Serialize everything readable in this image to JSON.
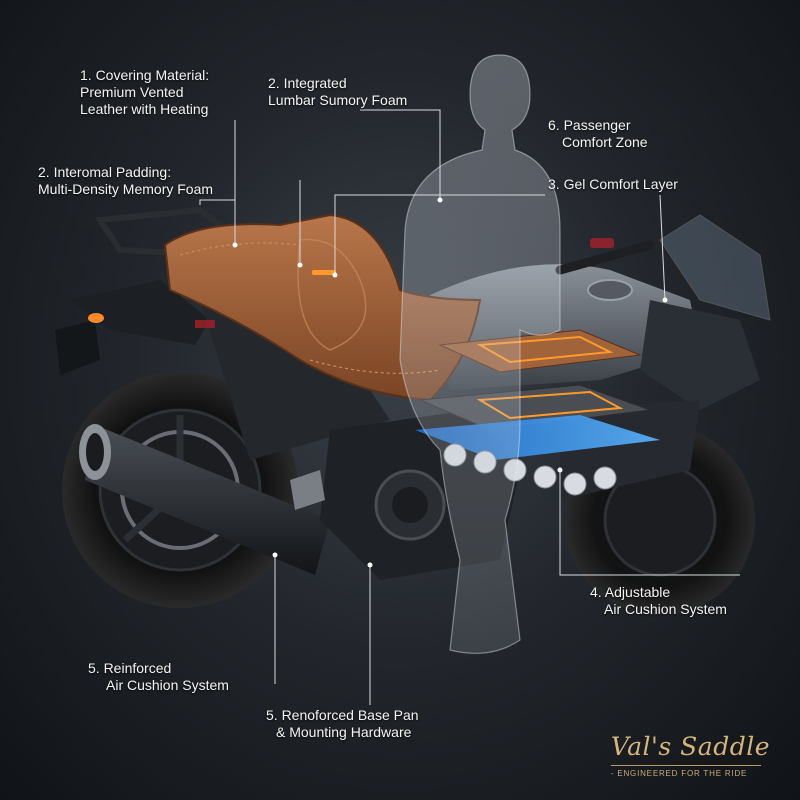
{
  "callouts": [
    {
      "id": "covering",
      "lines": [
        "1. Covering Material:",
        "Premium Vented",
        "Leather with Heating"
      ]
    },
    {
      "id": "lumbar",
      "lines": [
        "2. Integrated",
        "Lumbar Sumory Foam"
      ]
    },
    {
      "id": "passenger",
      "lines": [
        "6. Passenger",
        "Comfort Zone"
      ]
    },
    {
      "id": "padding",
      "lines": [
        "2. Interomal Padding:",
        "Multi-Density Memory Foam"
      ]
    },
    {
      "id": "gel",
      "lines": [
        "3. Gel Comfort Layer"
      ]
    },
    {
      "id": "air-adjustable",
      "lines": [
        "4. Adjustable",
        "Air Cushion System"
      ]
    },
    {
      "id": "air-reinforced",
      "lines": [
        "5. Reinforced",
        "Air Cushion System"
      ]
    },
    {
      "id": "base-pan",
      "lines": [
        "5. Renoforced Base Pan",
        "& Mounting Hardware"
      ]
    }
  ],
  "brand": {
    "logo": "Val's Saddle",
    "tagline": "- ENGINEERED FOR THE RIDE"
  },
  "colors": {
    "leather": "#9a5a32",
    "accent_orange": "#ff9a2a",
    "gel_blue": "#2a8de8",
    "gold": "#d4b57c"
  }
}
